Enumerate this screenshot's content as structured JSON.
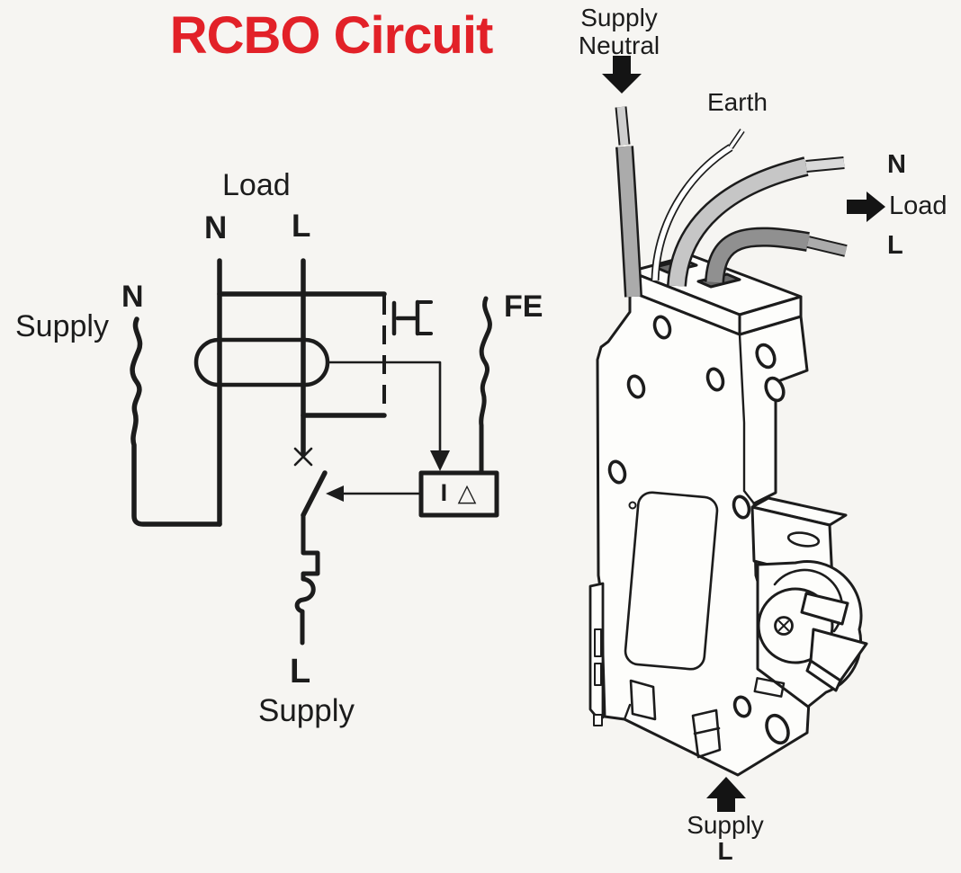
{
  "title": {
    "text": "RCBO Circuit",
    "color": "#e22128"
  },
  "schematic": {
    "load_title": "Load",
    "load_n": "N",
    "load_l": "L",
    "supply_neutral_label": "Supply",
    "supply_neutral_terminal": "N",
    "fe_label": "FE",
    "rcd_sensor_label": "I △",
    "supply_line_terminal": "L",
    "supply_line_label": "Supply"
  },
  "device": {
    "supply_neutral_line1": "Supply",
    "supply_neutral_line2": "Neutral",
    "earth_label": "Earth",
    "load_n": "N",
    "load_label": "Load",
    "load_l": "L",
    "supply_label": "Supply",
    "supply_terminal": "L"
  },
  "icons": {
    "supply_neutral_arrow": "down-arrow",
    "load_arrow": "right-arrow",
    "supply_line_arrow": "up-arrow"
  },
  "colors": {
    "background": "#f6f5f2",
    "ink": "#1c1c1c",
    "title": "#e22128",
    "wire_supply_neutral": "#ababab",
    "wire_earth": "#ffffff",
    "wire_load_neutral": "#c6c6c6",
    "wire_load_line": "#909090"
  }
}
